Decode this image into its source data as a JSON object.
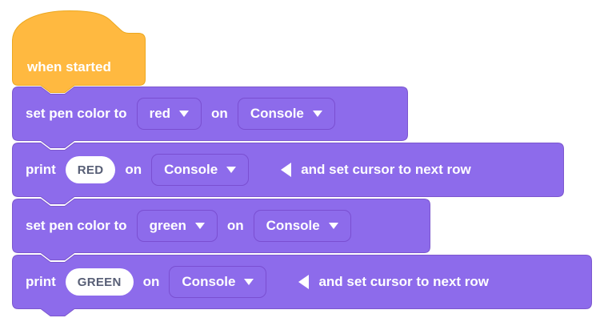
{
  "colors": {
    "block_purple": "#8D6BEB",
    "block_purple_stroke": "#7C57CE",
    "dropdown_border": "#7A4FD1",
    "hat_orange": "#FFB940",
    "hat_orange_stroke": "#ECA81F",
    "pill_bg": "#FFFFFF",
    "pill_text": "#575E75",
    "label_text": "#FFFFFF"
  },
  "icons": {
    "dropdown_caret": "caret-down",
    "collapse_toggle": "triangle-left"
  },
  "blocks": {
    "hat": {
      "label": "when started"
    },
    "set_red": {
      "label1": "set pen color to",
      "dropdown1": "red",
      "label2": "on",
      "dropdown2": "Console"
    },
    "print_red": {
      "label1": "print",
      "value": "RED",
      "label2": "on",
      "dropdown": "Console",
      "label3": "and set cursor to next row"
    },
    "set_green": {
      "label1": "set pen color to",
      "dropdown1": "green",
      "label2": "on",
      "dropdown2": "Console"
    },
    "print_green": {
      "label1": "print",
      "value": "GREEN",
      "label2": "on",
      "dropdown": "Console",
      "label3": "and set cursor to next row"
    }
  }
}
